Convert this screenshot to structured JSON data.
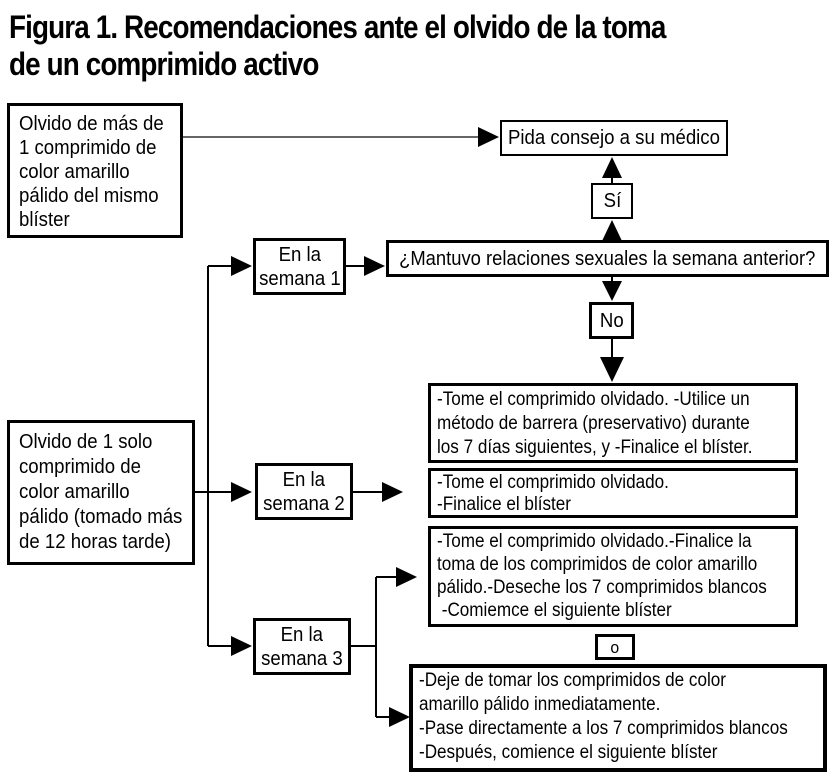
{
  "figure": {
    "title_line1": "Figura 1. Recomendaciones ante el olvido de la toma",
    "title_line2": "de un comprimido activo"
  },
  "colors": {
    "ink": "#000000",
    "background": "#ffffff",
    "long_line": "#333333"
  },
  "nodes": {
    "olvido_multi": {
      "lines": [
        "Olvido de más de",
        "1 comprimido de",
        "color amarillo",
        "pálido del mismo",
        "blíster"
      ]
    },
    "pida": {
      "label": "Pida consejo a su médico"
    },
    "si": {
      "label": "Sí"
    },
    "question": {
      "label": "¿Mantuvo relaciones sexuales la semana anterior?"
    },
    "no": {
      "label": "No"
    },
    "semana1": {
      "lines": [
        "En la",
        "semana 1"
      ]
    },
    "week1": {
      "lines": [
        "-Tome el comprimido olvidado. -Utilice un",
        "método de barrera (preservativo) durante",
        "los 7 días siguientes, y -Finalice el blíster."
      ]
    },
    "olvido_single": {
      "lines": [
        "Olvido de 1 solo",
        "comprimido de",
        "color amarillo",
        "pálido (tomado más",
        "de 12 horas tarde)"
      ]
    },
    "semana2": {
      "lines": [
        "En la",
        "semana 2"
      ]
    },
    "week2": {
      "lines": [
        "-Tome el comprimido olvidado.",
        "-Finalice el blíster"
      ]
    },
    "semana3": {
      "lines": [
        "En la",
        "semana 3"
      ]
    },
    "week3a": {
      "lines": [
        "-Tome el comprimido olvidado.-Finalice la",
        "toma de los comprimidos de color amarillo",
        "pálido.-Deseche los 7 comprimidos blancos",
        " -Comiemce el siguiente blíster"
      ]
    },
    "o": {
      "label": "o"
    },
    "week3b": {
      "lines": [
        "-Deje de tomar los comprimidos de color",
        "amarillo pálido inmediatamente.",
        "-Pase directamente a los 7 comprimidos blancos",
        "-Después, comience el siguiente blíster"
      ]
    }
  }
}
